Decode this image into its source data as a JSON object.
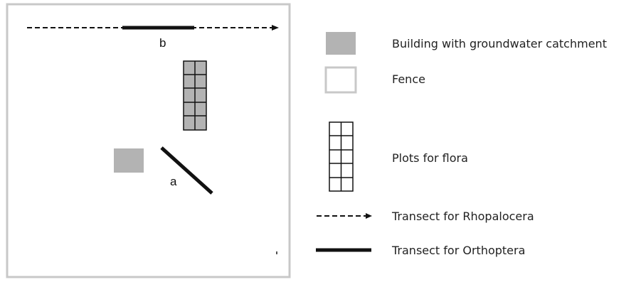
{
  "colors": {
    "building_fill": "#b3b3b3",
    "fence_stroke": "#c8c8c8",
    "line": "#111111"
  },
  "map": {
    "transect_b_label": "b",
    "transect_a_label": "a"
  },
  "legend": {
    "items": [
      {
        "label": "Building with groundwater catchment",
        "symbol": "building"
      },
      {
        "label": "Fence",
        "symbol": "fence"
      },
      {
        "label": "Plots for flora",
        "symbol": "plots-grid"
      },
      {
        "label": "Transect for Rhopalocera",
        "symbol": "dashed-arrow"
      },
      {
        "label": "Transect for Orthoptera",
        "symbol": "solid-line"
      }
    ]
  }
}
